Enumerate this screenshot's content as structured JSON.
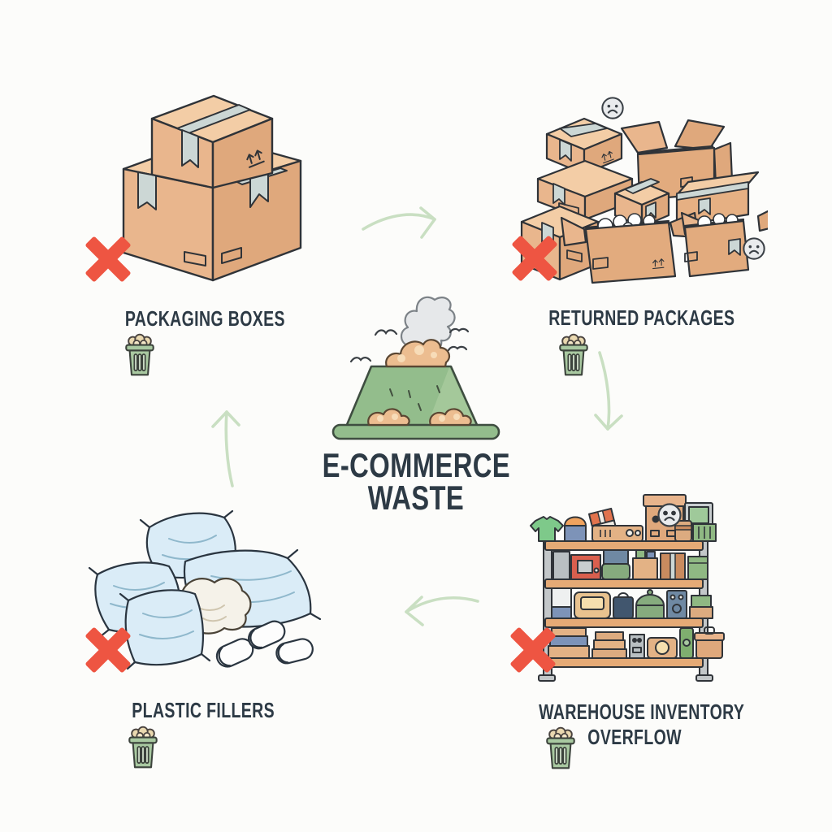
{
  "center": {
    "line1": "E-COMMERCE",
    "line2": "WASTE",
    "icon": "landfill-mound-icon"
  },
  "nodes": [
    {
      "id": "packaging-boxes",
      "label": "PACKAGING BOXES",
      "position": "top-left",
      "marker": "red-x-icon",
      "bin_icon": "trash-bin-icon",
      "illustration": "stacked-shipping-boxes-icon"
    },
    {
      "id": "returned-packages",
      "label": "RETURNED PACKAGES",
      "position": "top-right",
      "marker": "red-x-icon",
      "bin_icon": "trash-bin-icon",
      "illustration": "returned-boxes-pile-icon",
      "extra_icons": [
        "sad-face-icon",
        "sad-face-icon"
      ]
    },
    {
      "id": "plastic-fillers",
      "label": "PLASTIC FILLERS",
      "position": "bottom-left",
      "marker": "red-x-icon",
      "bin_icon": "trash-bin-icon",
      "illustration": "plastic-air-pillows-icon"
    },
    {
      "id": "warehouse-inventory-overflow",
      "label_line1": "WAREHOUSE INVENTORY",
      "label_line2": "OVERFLOW",
      "position": "bottom-right",
      "marker": "red-x-icon",
      "bin_icon": "trash-bin-icon",
      "illustration": "warehouse-shelf-icon"
    }
  ],
  "arrows": [
    {
      "from": "packaging-boxes",
      "to": "returned-packages",
      "shape": "curved-right"
    },
    {
      "from": "returned-packages",
      "to": "warehouse-inventory-overflow",
      "shape": "curved-down"
    },
    {
      "from": "warehouse-inventory-overflow",
      "to": "plastic-fillers",
      "shape": "curved-left"
    },
    {
      "from": "plastic-fillers",
      "to": "packaging-boxes",
      "shape": "curved-up"
    }
  ],
  "colors": {
    "background": "#fcfcfa",
    "text": "#2d3a45",
    "red_x": "#ee5542",
    "arrow_green": "#c9dfc2",
    "cardboard_light": "#f3cda6",
    "cardboard": "#e9b68d",
    "cardboard_shadow": "#dfa87c",
    "box_interior": "#b97f52",
    "tape_gray": "#ccd7d5",
    "mound_green": "#93bd8c",
    "trash_tan": "#ecbd90",
    "bin_green": "#a9c9a1",
    "plastic_blue": "#daecf7",
    "face_gray": "#e9ebed",
    "smoke_gray": "#e6e8ea"
  }
}
